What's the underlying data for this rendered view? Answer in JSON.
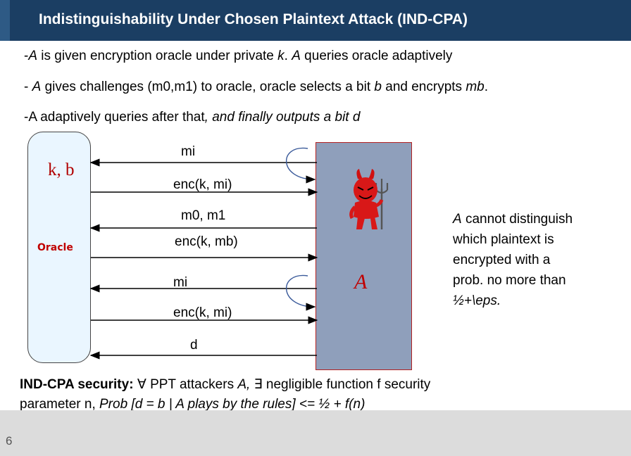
{
  "title": "Indistinguishability Under Chosen Plaintext  Attack (IND-CPA)",
  "bullets": [
    {
      "pre": "-",
      "a": "A",
      "text": " is given encryption oracle under private ",
      "k": "k",
      "text2": ". ",
      "a2": "A",
      "text3": " queries oracle adaptively"
    },
    {
      "pre": "- ",
      "a": "A",
      "text": " gives challenges (m0,m1) to oracle, oracle selects a bit ",
      "b": "b",
      "text2": " and encrypts ",
      "mb": "mb",
      "text3": "."
    },
    {
      "text": "-A adaptively queries after that",
      "italic": ", and finally outputs a bit d"
    }
  ],
  "oracle": {
    "label": "Oracle",
    "secret": "k, b"
  },
  "attacker": {
    "label": "A"
  },
  "messages": [
    {
      "label": "mi",
      "direction": "to-oracle"
    },
    {
      "label": "enc(k, mi)",
      "direction": "to-attacker"
    },
    {
      "label": "m0, m1",
      "direction": "to-oracle"
    },
    {
      "label": "enc(k, mb)",
      "direction": "to-attacker"
    },
    {
      "label": "mi",
      "direction": "to-oracle"
    },
    {
      "label": "enc(k, mi)",
      "direction": "to-attacker"
    },
    {
      "label": "d",
      "direction": "to-oracle"
    }
  ],
  "side_note": {
    "a": "A",
    "line1": " cannot distinguish",
    "line2": "which plaintext is",
    "line3": "encrypted with a",
    "line4": "prob. no more than",
    "line5": "½+\\eps."
  },
  "security": {
    "label": "IND-CPA security:",
    "forall": "∀",
    "text1": " PPT attackers ",
    "a": "A,",
    "exists": " ∃",
    "text2": " negligible function f security",
    "text3": "parameter n, ",
    "prob": "Prob [d = b | A plays by the rules] <= ½ + f(n)"
  },
  "page_number": "6",
  "colors": {
    "title_bar": "#1b3e63",
    "oracle_fill": "#eaf6ff",
    "attacker_fill": "#8f9fbb",
    "accent_red": "#c00000"
  },
  "icons": [
    "devil-icon"
  ]
}
